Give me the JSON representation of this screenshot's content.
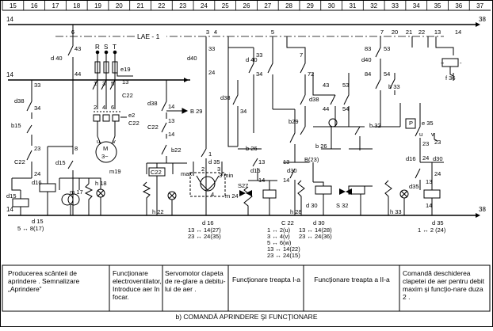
{
  "columns": [
    "15",
    "16",
    "17",
    "18",
    "19",
    "20",
    "21",
    "22",
    "23",
    "24",
    "25",
    "26",
    "27",
    "28",
    "29",
    "30",
    "31",
    "32",
    "33",
    "34",
    "35",
    "36",
    "37"
  ],
  "bus": {
    "left_top": "14",
    "right_top": "38",
    "left_bottom": "14",
    "right_bottom": "38",
    "lae": "LAE - 1",
    "bus2_left": "14"
  },
  "bus_taps": [
    "6",
    "3",
    "4",
    "5",
    "7",
    "20",
    "21",
    "22",
    "13",
    "14"
  ],
  "phases": [
    "R",
    "S",
    "T"
  ],
  "labels": {
    "d40_a": "d 40",
    "n43": "43",
    "n44": "44",
    "e19": "e19",
    "n13a": "13",
    "c22_a": "C22",
    "n33a": "33",
    "d38_a": "d38",
    "n34a": "34",
    "b15": "b15",
    "n23a": "23",
    "c22_b": "C22",
    "n24a": "24",
    "n8": "8",
    "d15_a": "d15",
    "d15_b": "d15",
    "d16_a": "d16",
    "m17": "m 17",
    "h18": "h 18",
    "m19": "m19",
    "motor_m": "M",
    "motor_3": "3~",
    "u": "u",
    "v": "v",
    "t1": "1",
    "t3": "3",
    "t5": "5",
    "t2": "2",
    "t4": "4",
    "t6": "6",
    "e2": "e2",
    "c22_c": "C22",
    "d38_b": "d38",
    "n14a": "14",
    "b29_out": "B 29",
    "c22_d": "C22",
    "n13b": "13",
    "n14b": "14",
    "b22": "b22",
    "c22_e": "C22",
    "h22": "h 22",
    "n33b": "33",
    "d40_b": "d40",
    "n24b": "24",
    "d35_a": "d 35",
    "n2": "2",
    "n3": "3",
    "max": "max",
    "min": "3 min",
    "n1": "1",
    "n4": "4",
    "m24": "m 24",
    "s27": "S27",
    "d38_c": "d38",
    "n34b": "34",
    "d40_c": "d 40",
    "n33c": "33",
    "n34c": "34",
    "b26_a": "b 26",
    "d16_b": "d16",
    "n13c": "13",
    "n14c": "14",
    "d30_a": "d30",
    "n13d": "13",
    "n14d": "14",
    "h28": "h 28",
    "d30_b": "d 30",
    "n7": "7",
    "n72": "72",
    "n43b": "43",
    "n53": "53",
    "d38_d": "d38",
    "n44b": "44",
    "n54": "54",
    "b29": "b29",
    "b26_b": "b 26",
    "b23": "B(23)",
    "b32": "b 32",
    "s32": "S 32",
    "d40_d": "d40",
    "n83": "83",
    "n84": "84",
    "n53b": "53",
    "n54b": "54",
    "b33": "b 33",
    "e35": "e 35",
    "p": "P",
    "u2": "u",
    "v2": "v",
    "f36": "f 36",
    "n23b": "23",
    "n24c": "24",
    "d16_c": "d16",
    "d30_c": "d30",
    "n23c": "23",
    "n24d": "24",
    "d35_b": "d35",
    "h33": "h 33",
    "n13e": "13",
    "n14e": "14",
    "plus": "+",
    "minus": "-"
  },
  "coils": [
    {
      "name": "d 15",
      "lines": [
        "5 ↔ 8(17)"
      ]
    },
    {
      "name": "d 16",
      "lines": [
        "13 ↔ 14(27)",
        "23 ↔ 24(35)"
      ]
    },
    {
      "name": "C 22",
      "lines": [
        "1 ↔ 2(u)",
        "3 ↔ 4(v)",
        "5 ↔ 6(w)",
        "13 ↔ 14(22)",
        "23 ↔ 24(15)"
      ]
    },
    {
      "name": "d 30",
      "lines": [
        "13 ↔ 14(28)",
        "23 ↔ 24(36)"
      ]
    },
    {
      "name": "d 35",
      "lines": [
        "1 ↔ 2 (24)"
      ]
    }
  ],
  "descriptions": [
    "Producerea scânteii de aprindere . Semnalizare „Aprindere”",
    "Funcţionare electroventilator, Introduce aer în focar.",
    "Servomotor clapeta de re-glare a debitu-lui de aer .",
    "Funcţionare treapta I-a",
    "Funcţionare treapta a II-a",
    "Comandă deschiderea clapetei de aer pentru debit maxim şi funcţio-nare duza 2 ."
  ],
  "caption": "b) COMANDĂ APRINDERE ŞI FUNCŢIONARE"
}
